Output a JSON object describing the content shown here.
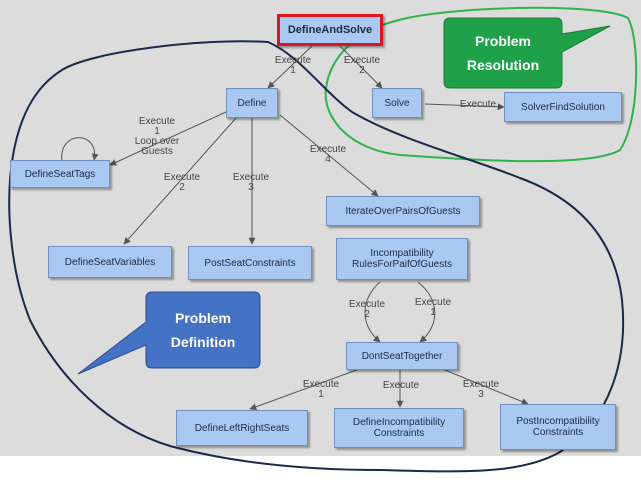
{
  "nodes": {
    "define_and_solve": "DefineAndSolve",
    "define": "Define",
    "solve": "Solve",
    "solver_find_solution": "SolverFindSolution",
    "define_seat_tags": "DefineSeatTags",
    "iterate_over_pairs": "IterateOverPairsOfGuests",
    "define_seat_variables": "DefineSeatVariables",
    "post_seat_constraints": "PostSeatConstraints",
    "incompatibility_rules": "Incompatibility\nRulesForPaifOfGuests",
    "dont_seat_together": "DontSeatTogether",
    "define_left_right_seats": "DefineLeftRightSeats",
    "define_incompatibility_constraints": "DefineIncompatibility\nConstraints",
    "post_incompatibility_constraints": "PostIncompatibility\nConstraints"
  },
  "edge_labels": {
    "root_to_define": "Execute\n1",
    "root_to_solve": "Execute\n2",
    "solve_to_solver": "Execute",
    "define_to_seat_tags": "Execute\n1\nLoop over\nGuests",
    "define_to_seat_variables": "Execute\n2",
    "define_to_post_seat": "Execute\n3",
    "define_to_iterate": "Execute\n4",
    "rules_to_dont_left": "Execute\n2",
    "rules_to_dont_right": "Execute\n1",
    "dont_to_left_right": "Execute\n1",
    "dont_to_incompat_def": "Execute",
    "dont_to_post_incompat": "Execute\n3"
  },
  "callouts": {
    "problem_resolution": "Problem\nResolution",
    "problem_definition": "Problem\nDefinition"
  },
  "colors": {
    "node_fill": "#a9c8f2",
    "root_border": "#e0141b",
    "resolution_region": "#2fb34a",
    "definition_region": "#1b2a4a",
    "resolution_callout": "#1fa14a",
    "definition_callout": "#4472c4"
  }
}
